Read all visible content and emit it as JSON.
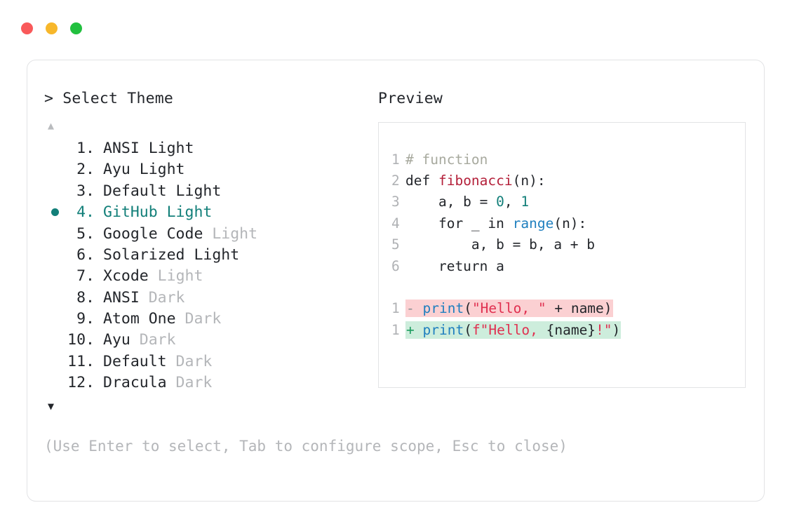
{
  "window": {
    "traffic_lights": [
      {
        "name": "close",
        "color": "#f9595a"
      },
      {
        "name": "minimize",
        "color": "#f7b72b"
      },
      {
        "name": "maximize",
        "color": "#22c03f"
      }
    ]
  },
  "left_pane": {
    "header": "> Select Theme",
    "scroll_up_icon": "▲",
    "scroll_down_icon": "▼",
    "selected_index": 4,
    "items": [
      {
        "num": "1.",
        "name": "ANSI Light",
        "tag": "",
        "selected": false
      },
      {
        "num": "2.",
        "name": "Ayu Light",
        "tag": "",
        "selected": false
      },
      {
        "num": "3.",
        "name": "Default Light",
        "tag": "",
        "selected": false
      },
      {
        "num": "4.",
        "name": "GitHub Light",
        "tag": "",
        "selected": true
      },
      {
        "num": "5.",
        "name": "Google Code",
        "tag": "Light",
        "selected": false
      },
      {
        "num": "6.",
        "name": "Solarized Light",
        "tag": "",
        "selected": false
      },
      {
        "num": "7.",
        "name": "Xcode",
        "tag": "Light",
        "selected": false
      },
      {
        "num": "8.",
        "name": "ANSI",
        "tag": "Dark",
        "selected": false
      },
      {
        "num": "9.",
        "name": "Atom One",
        "tag": "Dark",
        "selected": false
      },
      {
        "num": "10.",
        "name": "Ayu",
        "tag": "Dark",
        "selected": false
      },
      {
        "num": "11.",
        "name": "Default",
        "tag": "Dark",
        "selected": false
      },
      {
        "num": "12.",
        "name": "Dracula",
        "tag": "Dark",
        "selected": false
      }
    ]
  },
  "right_pane": {
    "header": "Preview",
    "code": {
      "lines": [
        {
          "ln": "1",
          "tokens": [
            {
              "t": "# function",
              "c": "comment"
            }
          ]
        },
        {
          "ln": "2",
          "tokens": [
            {
              "t": "def ",
              "c": "keyword"
            },
            {
              "t": "fibonacci",
              "c": "func"
            },
            {
              "t": "(n):",
              "c": "plain"
            }
          ]
        },
        {
          "ln": "3",
          "tokens": [
            {
              "t": "    a, b = ",
              "c": "plain"
            },
            {
              "t": "0",
              "c": "number"
            },
            {
              "t": ", ",
              "c": "plain"
            },
            {
              "t": "1",
              "c": "number"
            }
          ]
        },
        {
          "ln": "4",
          "tokens": [
            {
              "t": "    for _ in ",
              "c": "plain"
            },
            {
              "t": "range",
              "c": "builtin"
            },
            {
              "t": "(n):",
              "c": "plain"
            }
          ]
        },
        {
          "ln": "5",
          "tokens": [
            {
              "t": "        a, b = b, a + b",
              "c": "plain"
            }
          ]
        },
        {
          "ln": "6",
          "tokens": [
            {
              "t": "    return a",
              "c": "plain"
            }
          ]
        }
      ],
      "diff": [
        {
          "ln": "1",
          "marker": "-",
          "kind": "del",
          "tokens": [
            {
              "t": "print",
              "c": "builtin"
            },
            {
              "t": "(",
              "c": "plain"
            },
            {
              "t": "\"Hello, \"",
              "c": "string"
            },
            {
              "t": " + name)",
              "c": "plain"
            }
          ]
        },
        {
          "ln": "1",
          "marker": "+",
          "kind": "add",
          "tokens": [
            {
              "t": "print",
              "c": "builtin"
            },
            {
              "t": "(",
              "c": "plain"
            },
            {
              "t": "f\"Hello, ",
              "c": "string"
            },
            {
              "t": "{name}",
              "c": "plain"
            },
            {
              "t": "!\"",
              "c": "string"
            },
            {
              "t": ")",
              "c": "plain"
            }
          ]
        }
      ]
    }
  },
  "footer": {
    "hint": "(Use Enter to select, Tab to configure scope, Esc to close)"
  }
}
